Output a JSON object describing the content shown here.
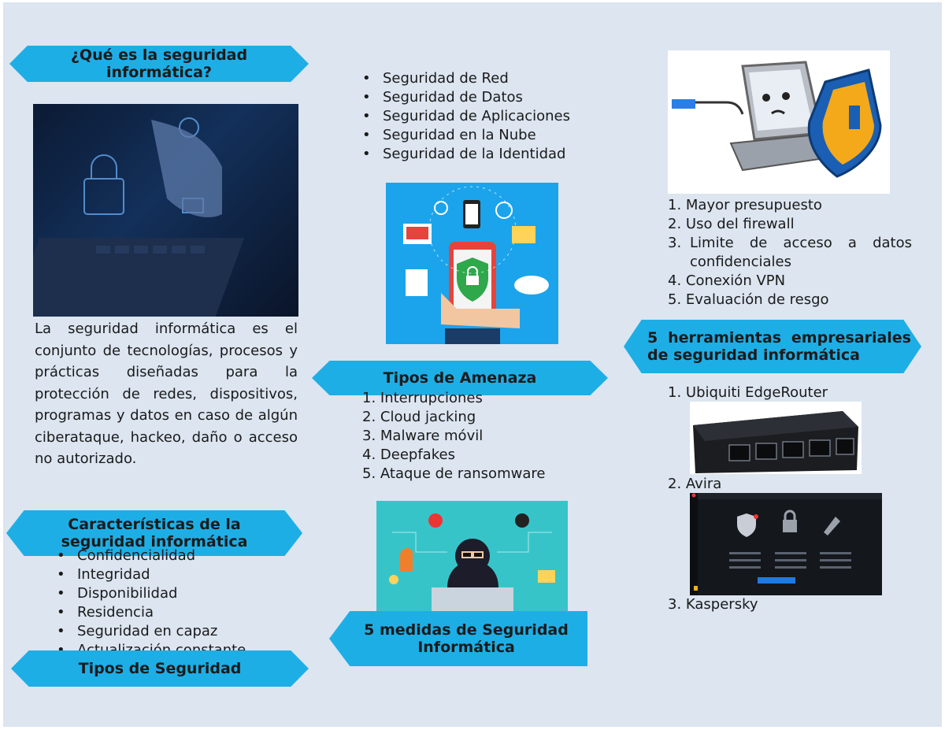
{
  "sections": {
    "que_es": {
      "title": "¿Qué es la seguridad informática?",
      "paragraph": "La seguridad informática es el conjunto de tecnologías, procesos y prácticas diseñadas para la protección de redes, dispositivos, programas y datos en caso de algún ciberataque, hackeo, daño o acceso no autorizado."
    },
    "caracteristicas": {
      "title": "Características de la seguridad informática",
      "items": [
        "Confidencialidad",
        "Integridad",
        "Disponibilidad",
        "Residencia",
        "Seguridad en capaz",
        "Actualización constante."
      ]
    },
    "tipos_seguridad": {
      "title": "Tipos de Seguridad",
      "items": [
        "Seguridad de Red",
        "Seguridad de Datos",
        "Seguridad de Aplicaciones",
        "Seguridad en la Nube",
        "Seguridad de la Identidad"
      ]
    },
    "tipos_amenaza": {
      "title": "Tipos de Amenaza",
      "items": [
        "Interrupciones",
        "Cloud jacking",
        "Malware móvil",
        "Deepfakes",
        "Ataque de ransomware"
      ]
    },
    "medidas": {
      "title": "5 medidas de Seguridad Informática",
      "items": [
        "Mayor presupuesto",
        "Uso del firewall",
        "Limite de acceso a datos confidenciales",
        "Conexión VPN",
        "Evaluación de resgo"
      ]
    },
    "herramientas": {
      "title": "5 herramientas empresariales de seguridad informática",
      "items": [
        "Ubiquiti EdgeRouter",
        "Avira",
        "Kaspersky"
      ]
    }
  },
  "colors": {
    "banner": "#1eaee6",
    "background": "#dce5f0"
  }
}
